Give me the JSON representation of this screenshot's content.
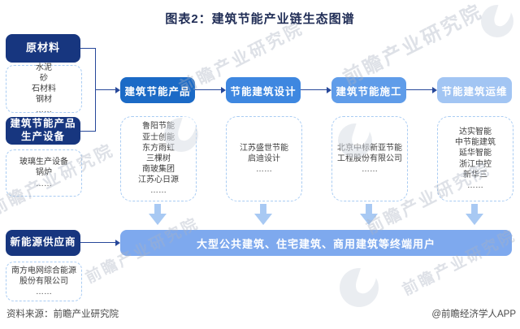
{
  "title": "图表2：建筑节能产业链生态图谱",
  "colors": {
    "header_navy": "#17367f",
    "stage_products": "#1b6ac6",
    "stage_design": "#3e87e0",
    "stage_construction": "#5f9ce9",
    "stage_operation": "#a2c5f3",
    "end_user_bar": "#7ea9ee",
    "dashed_border": "#a9ccf3",
    "connector": "#27489a",
    "down_arrow": "#a8c9f3"
  },
  "left_groups": [
    {
      "header": "原材料",
      "items": [
        "水泥",
        "砂",
        "石材料",
        "钢材",
        "……"
      ]
    },
    {
      "header": "建筑节能产品生产设备",
      "items": [
        "玻璃生产设备",
        "锅炉",
        "……"
      ]
    },
    {
      "header": "新能源供应商",
      "items": [
        "南方电网综合能源股份有限公司",
        "……"
      ]
    }
  ],
  "chain": [
    {
      "label": "建筑节能产品",
      "companies": [
        "鲁阳节能",
        "亚士创能",
        "东方雨虹",
        "三棵树",
        "南玻集团",
        "江苏心日源",
        "……"
      ]
    },
    {
      "label": "节能建筑设计",
      "companies": [
        "江苏盛世节能",
        "启迪设计",
        "……"
      ]
    },
    {
      "label": "建筑节能施工",
      "companies": [
        "北京中标新亚节能工程股份有限公司",
        "……"
      ]
    },
    {
      "label": "节能建筑运维",
      "companies": [
        "达实智能",
        "中节能建筑",
        "延华智能",
        "浙江中控",
        "新华三",
        "……"
      ]
    }
  ],
  "end_user_bar": "大型公共建筑、住宅建筑、商用建筑等终端用户",
  "footer": {
    "source": "资料来源：前瞻产业研究院",
    "credit": "@前瞻经济学人APP"
  },
  "watermark": {
    "text": "前瞻产业研究院"
  }
}
